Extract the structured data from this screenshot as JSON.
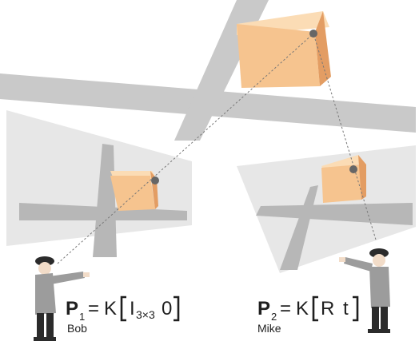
{
  "equations": {
    "left": {
      "lhs": "P",
      "lhs_sub": "1",
      "equals": "=",
      "k": "K",
      "mat": "I",
      "mat_sub": "3×3",
      "zero": "0",
      "name": "Bob"
    },
    "right": {
      "lhs": "P",
      "lhs_sub": "2",
      "equals": "=",
      "k": "K",
      "r": "R",
      "t": "t",
      "name": "Mike"
    }
  },
  "colors": {
    "box_front": "#f6c48f",
    "box_top": "#fbdcb5",
    "box_side": "#e39d63",
    "plane_gray": "#c8c8c8",
    "shadow_gray": "#b7b7b7",
    "image_plane": "#e7e7e7",
    "person_shirt": "#9c9c9c",
    "person_pants": "#2b2b2b",
    "point": "#666666",
    "ray": "#777777"
  }
}
